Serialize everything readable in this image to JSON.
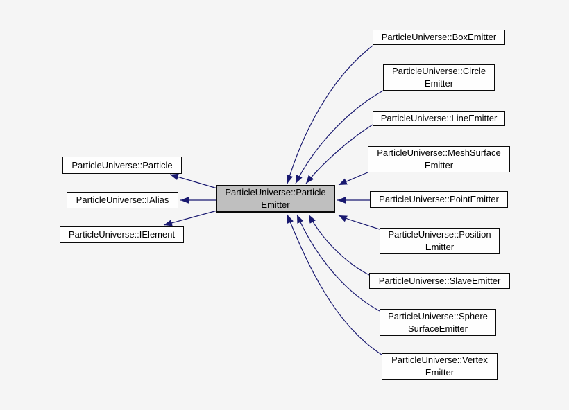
{
  "diagram": {
    "type": "class-inheritance-graph",
    "center": {
      "label": "ParticleUniverse::Particle\nEmitter"
    },
    "bases": [
      {
        "label": "ParticleUniverse::Particle"
      },
      {
        "label": "ParticleUniverse::IAlias"
      },
      {
        "label": "ParticleUniverse::IElement"
      }
    ],
    "derived": [
      {
        "label": "ParticleUniverse::BoxEmitter"
      },
      {
        "label": "ParticleUniverse::Circle\nEmitter"
      },
      {
        "label": "ParticleUniverse::LineEmitter"
      },
      {
        "label": "ParticleUniverse::MeshSurface\nEmitter"
      },
      {
        "label": "ParticleUniverse::PointEmitter"
      },
      {
        "label": "ParticleUniverse::Position\nEmitter"
      },
      {
        "label": "ParticleUniverse::SlaveEmitter"
      },
      {
        "label": "ParticleUniverse::Sphere\nSurfaceEmitter"
      },
      {
        "label": "ParticleUniverse::Vertex\nEmitter"
      }
    ],
    "colors": {
      "background": "#f5f5f5",
      "node_fill": "#fefefe",
      "center_node_fill": "#bfbfbf",
      "node_border": "#0a0a0a",
      "edge": "#191970"
    }
  }
}
